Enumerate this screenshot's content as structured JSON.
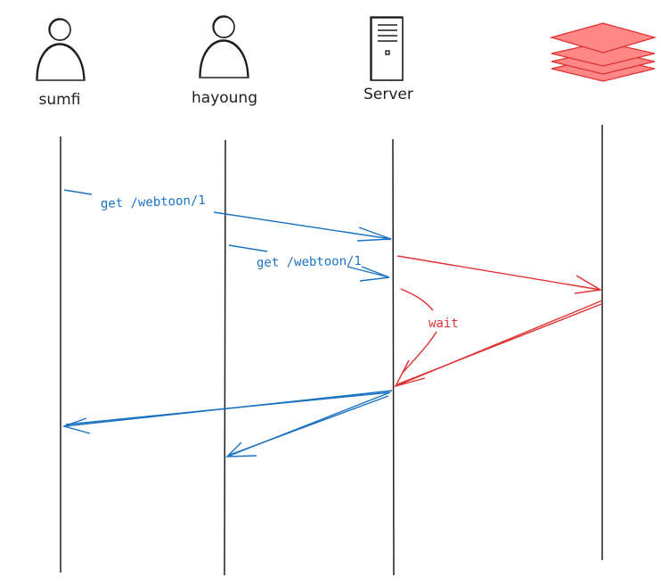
{
  "actors": [
    {
      "id": "sumfi",
      "label": "sumfi",
      "icon": "person-icon"
    },
    {
      "id": "hayoung",
      "label": "hayoung",
      "icon": "person-icon"
    },
    {
      "id": "server",
      "label": "Server",
      "icon": "server-icon"
    },
    {
      "id": "store",
      "label": "",
      "icon": "stacked-layers-icon"
    }
  ],
  "messages": [
    {
      "from": "sumfi",
      "to": "server",
      "label": "get /webtoon/1",
      "color": "#1971c2"
    },
    {
      "from": "hayoung",
      "to": "server",
      "label": "get /webtoon/1",
      "color": "#1971c2"
    },
    {
      "from": "server",
      "to": "store",
      "label": "",
      "color": "#e03131"
    },
    {
      "from": "store",
      "to": "server",
      "label": "",
      "color": "#e03131"
    },
    {
      "from": "server",
      "to": "sumfi",
      "label": "",
      "color": "#1971c2"
    },
    {
      "from": "server",
      "to": "hayoung",
      "label": "",
      "color": "#1971c2"
    }
  ],
  "notes": [
    {
      "label": "wait",
      "color": "#e03131"
    }
  ],
  "colors": {
    "stroke": "#1e1e1e",
    "blue": "#1971c2",
    "red": "#e03131",
    "layer_fill": "#ff8787"
  }
}
